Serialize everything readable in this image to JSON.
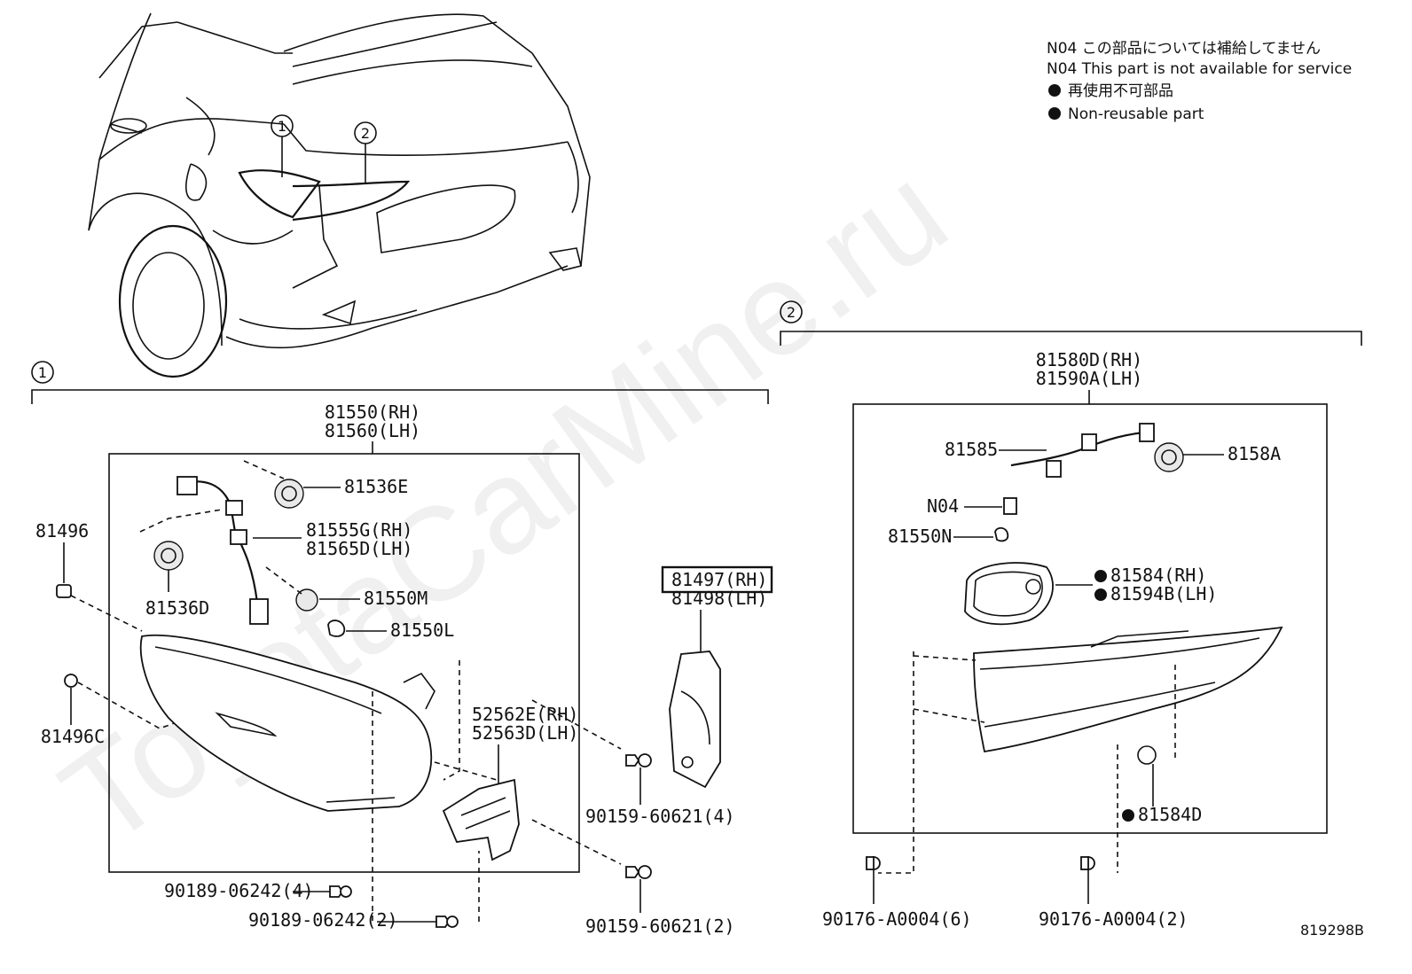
{
  "notes": {
    "n04_jp": "N04 この部品については補給してません",
    "n04_en": "N04 This part is not available for service",
    "nonreusable_jp": "再使用不可部品",
    "nonreusable_en": "Non-reusable part"
  },
  "watermark": "ToyotaCarMine.ru",
  "callouts": {
    "one": "1",
    "two": "2"
  },
  "group1": {
    "assembly_rh": "81550(RH)",
    "assembly_lh": "81560(LH)",
    "p81536E": "81536E",
    "p81555G": "81555G(RH)",
    "p81565D": "81565D(LH)",
    "p81536D": "81536D",
    "p81550M": "81550M",
    "p81550L": "81550L",
    "p81496": "81496",
    "p81496C": "81496C",
    "p52562E": "52562E(RH)",
    "p52563D": "52563D(LH)",
    "p81497": "81497(RH)",
    "p81498": "81498(LH)",
    "b90159a": "90159-60621(4)",
    "b90159b": "90159-60621(2)",
    "b90189a": "90189-06242(4)",
    "b90189b": "90189-06242(2)"
  },
  "group2": {
    "assembly_rh": "81580D(RH)",
    "assembly_lh": "81590A(LH)",
    "p81585": "81585",
    "p8158A": "8158A",
    "n04": "N04",
    "p81550N": "81550N",
    "p81584": "81584(RH)",
    "p81594B": "81594B(LH)",
    "p81584D": "81584D",
    "b90176a": "90176-A0004(6)",
    "b90176b": "90176-A0004(2)"
  },
  "figure_id": "819298B"
}
